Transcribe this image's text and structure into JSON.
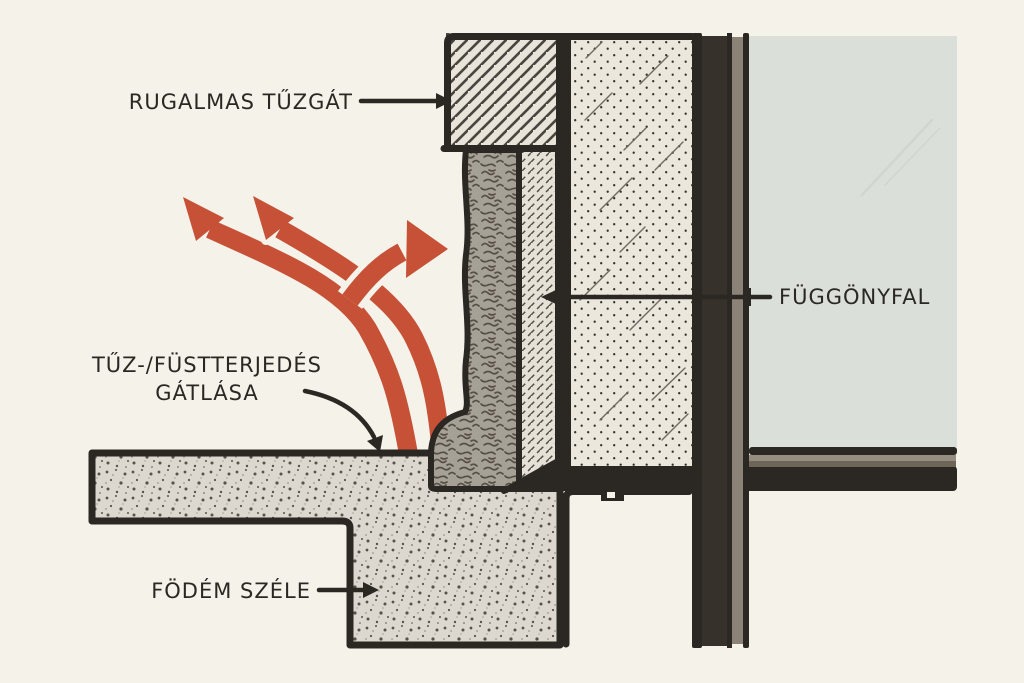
{
  "title": "Curtain wall fire barrier detail diagram",
  "labels": {
    "fire_barrier": "RUGALMAS TŰZGÁT",
    "curtain_wall": "FÜGGÖNYFAL",
    "smoke_block_line1": "TŰZ-/FÜSTTERJEDÉS",
    "smoke_block_line2": "GÁTLÁSA",
    "slab_edge": "FÖDÉM SZÉLE"
  },
  "colors": {
    "paper": "#f5f2ea",
    "ink": "#2b2722",
    "red": "#c65136",
    "glass": "#dadfd9",
    "glass_streak": "#d0d5cf",
    "slab": "#dcd8cf",
    "slab_dot": "#57524a",
    "insulation": "#ebe7dc",
    "insulation_dot": "#35322d",
    "insulation_dash": "#6e6961",
    "wool": "#a6a196",
    "wool_mark": "#564f45",
    "barrier": "#e8e4da",
    "barrier_line": "#4a453e",
    "strip": "#e5e1d7",
    "strip_line": "#534e46",
    "mullion_dark": "#36322b",
    "mullion_gray": "#8b8377",
    "transom_gray_light": "#958e80",
    "transom_gray_dark": "#6e6759"
  }
}
